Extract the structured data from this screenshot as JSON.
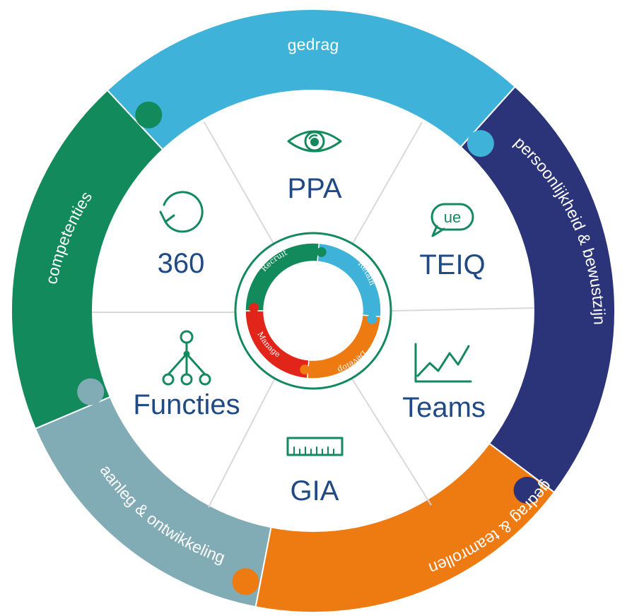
{
  "outer_ring": [
    {
      "id": "gedrag",
      "label": "gedrag",
      "color": "#3fb2d9"
    },
    {
      "id": "persoonlijkheid",
      "label": "persoonlijkheid & bewustzijn",
      "color": "#2b3479"
    },
    {
      "id": "teamrollen",
      "label": "gedrag & teamrollen",
      "color": "#ee7a12"
    },
    {
      "id": "aanleg",
      "label": "aanleg & ontwikkeling",
      "color": "#81abb5"
    },
    {
      "id": "competenties",
      "label": "competenties",
      "color": "#128a5c"
    }
  ],
  "tools": {
    "ppa": {
      "label": "PPA",
      "icon": "eye-icon"
    },
    "teiq": {
      "label": "TEIQ",
      "icon": "speech-bubble-icon",
      "icon_text": "ue"
    },
    "teams": {
      "label": "Teams",
      "icon": "line-chart-icon"
    },
    "gia": {
      "label": "GIA",
      "icon": "ruler-icon"
    },
    "functies": {
      "label": "Functies",
      "icon": "hierarchy-icon"
    },
    "t360": {
      "label": "360",
      "icon": "refresh-icon"
    }
  },
  "cycle": [
    {
      "id": "recruit",
      "label": "Recruit",
      "color": "#128a5c"
    },
    {
      "id": "retain",
      "label": "Retain",
      "color": "#3fb2d9"
    },
    {
      "id": "develop",
      "label": "Develop",
      "color": "#ee7a12"
    },
    {
      "id": "manage",
      "label": "Manage",
      "color": "#e1251b"
    }
  ],
  "colors": {
    "tool_text": "#1f4a86",
    "icon": "#138a5e",
    "divider": "#d9d9d9"
  }
}
